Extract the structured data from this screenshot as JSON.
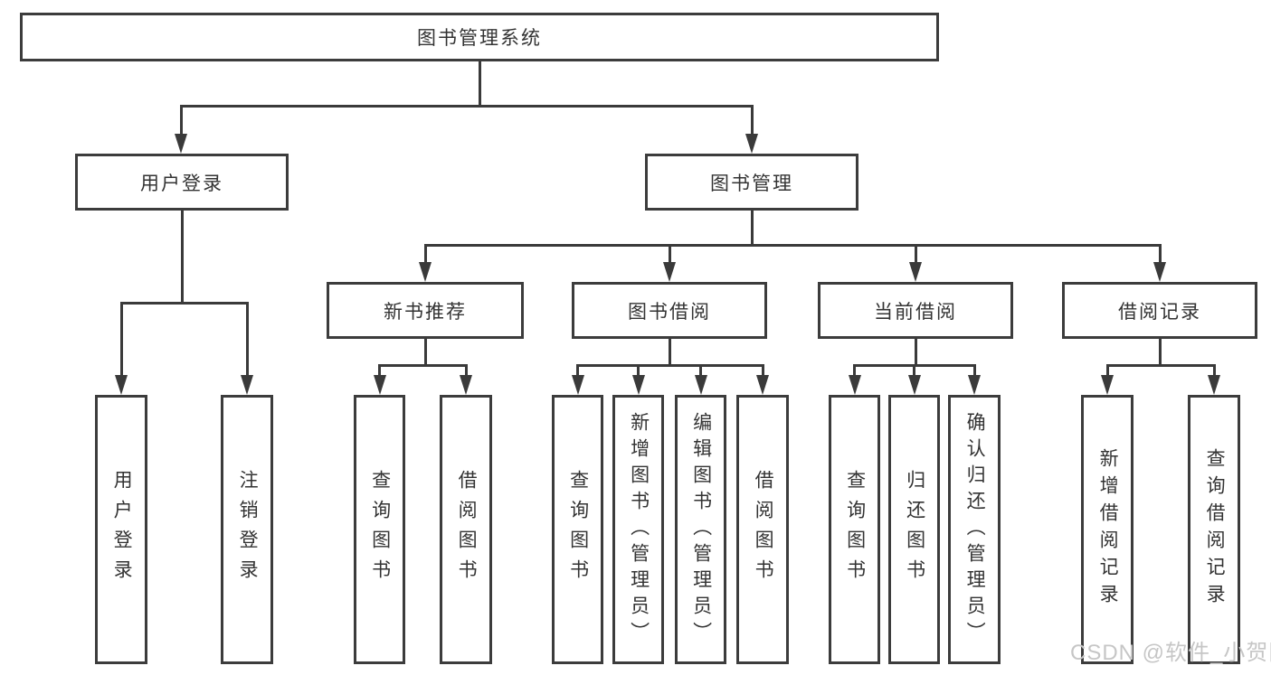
{
  "diagram": {
    "root": {
      "label": "图书管理系统"
    },
    "branches": [
      {
        "label": "用户登录",
        "children": [
          {
            "label": "用户登录"
          },
          {
            "label": "注销登录"
          }
        ]
      },
      {
        "label": "图书管理",
        "children": [
          {
            "label": "新书推荐",
            "children": [
              {
                "label": "查询图书"
              },
              {
                "label": "借阅图书"
              }
            ]
          },
          {
            "label": "图书借阅",
            "children": [
              {
                "label": "查询图书"
              },
              {
                "label": "新增图书（管理员）"
              },
              {
                "label": "编辑图书（管理员）"
              },
              {
                "label": "借阅图书"
              }
            ]
          },
          {
            "label": "当前借阅",
            "children": [
              {
                "label": "查询图书"
              },
              {
                "label": "归还图书"
              },
              {
                "label": "确认归还（管理员）"
              }
            ]
          },
          {
            "label": "借阅记录",
            "children": [
              {
                "label": "新增借阅记录"
              },
              {
                "label": "查询借阅记录"
              }
            ]
          }
        ]
      }
    ]
  },
  "watermark": {
    "text": "CSDN @软件_小贺同学"
  },
  "colors": {
    "line": "#3a3a3a",
    "border": "#3c3c3c",
    "text": "#333333",
    "watermark": "#c6c6c6",
    "background": "#ffffff"
  }
}
